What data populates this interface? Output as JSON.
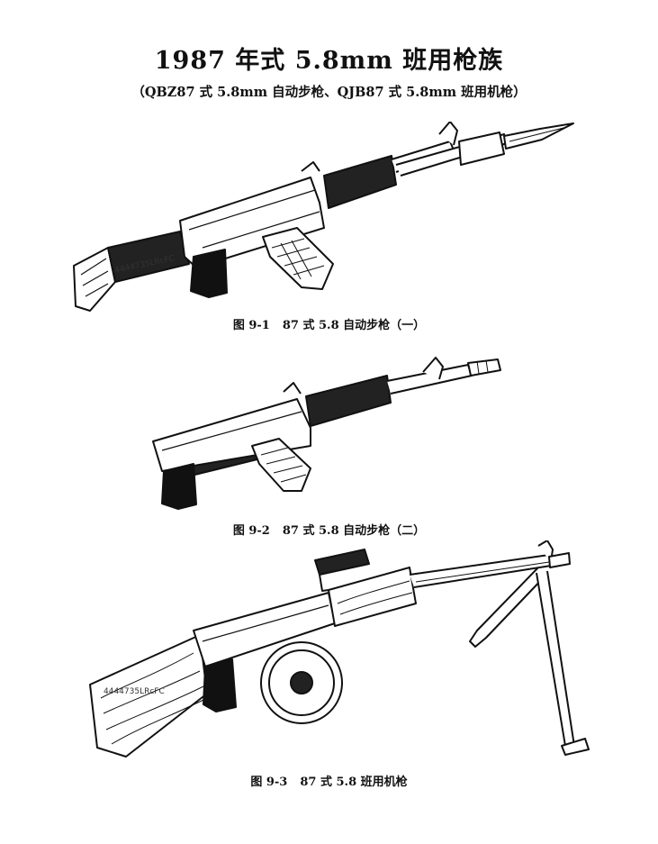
{
  "document": {
    "title": "1987 年式 5.8mm 班用枪族",
    "subtitle": "（QBZ87 式 5.8mm 自动步枪、QJB87 式 5.8mm 班用机枪）"
  },
  "figures": [
    {
      "number": "图 9-1",
      "caption": "87 式 5.8 自动步枪（一）",
      "stamp": "4444735LRcFC",
      "icon": "rifle-with-bayonet-illustration"
    },
    {
      "number": "图 9-2",
      "caption": "87 式 5.8 自动步枪（二）",
      "icon": "folding-stock-rifle-illustration"
    },
    {
      "number": "图 9-3",
      "caption": "87 式 5.8 班用机枪",
      "stamp": "4444735LRcFC",
      "icon": "light-machine-gun-illustration"
    }
  ],
  "colors": {
    "ink": "#111111",
    "paper": "#ffffff"
  }
}
